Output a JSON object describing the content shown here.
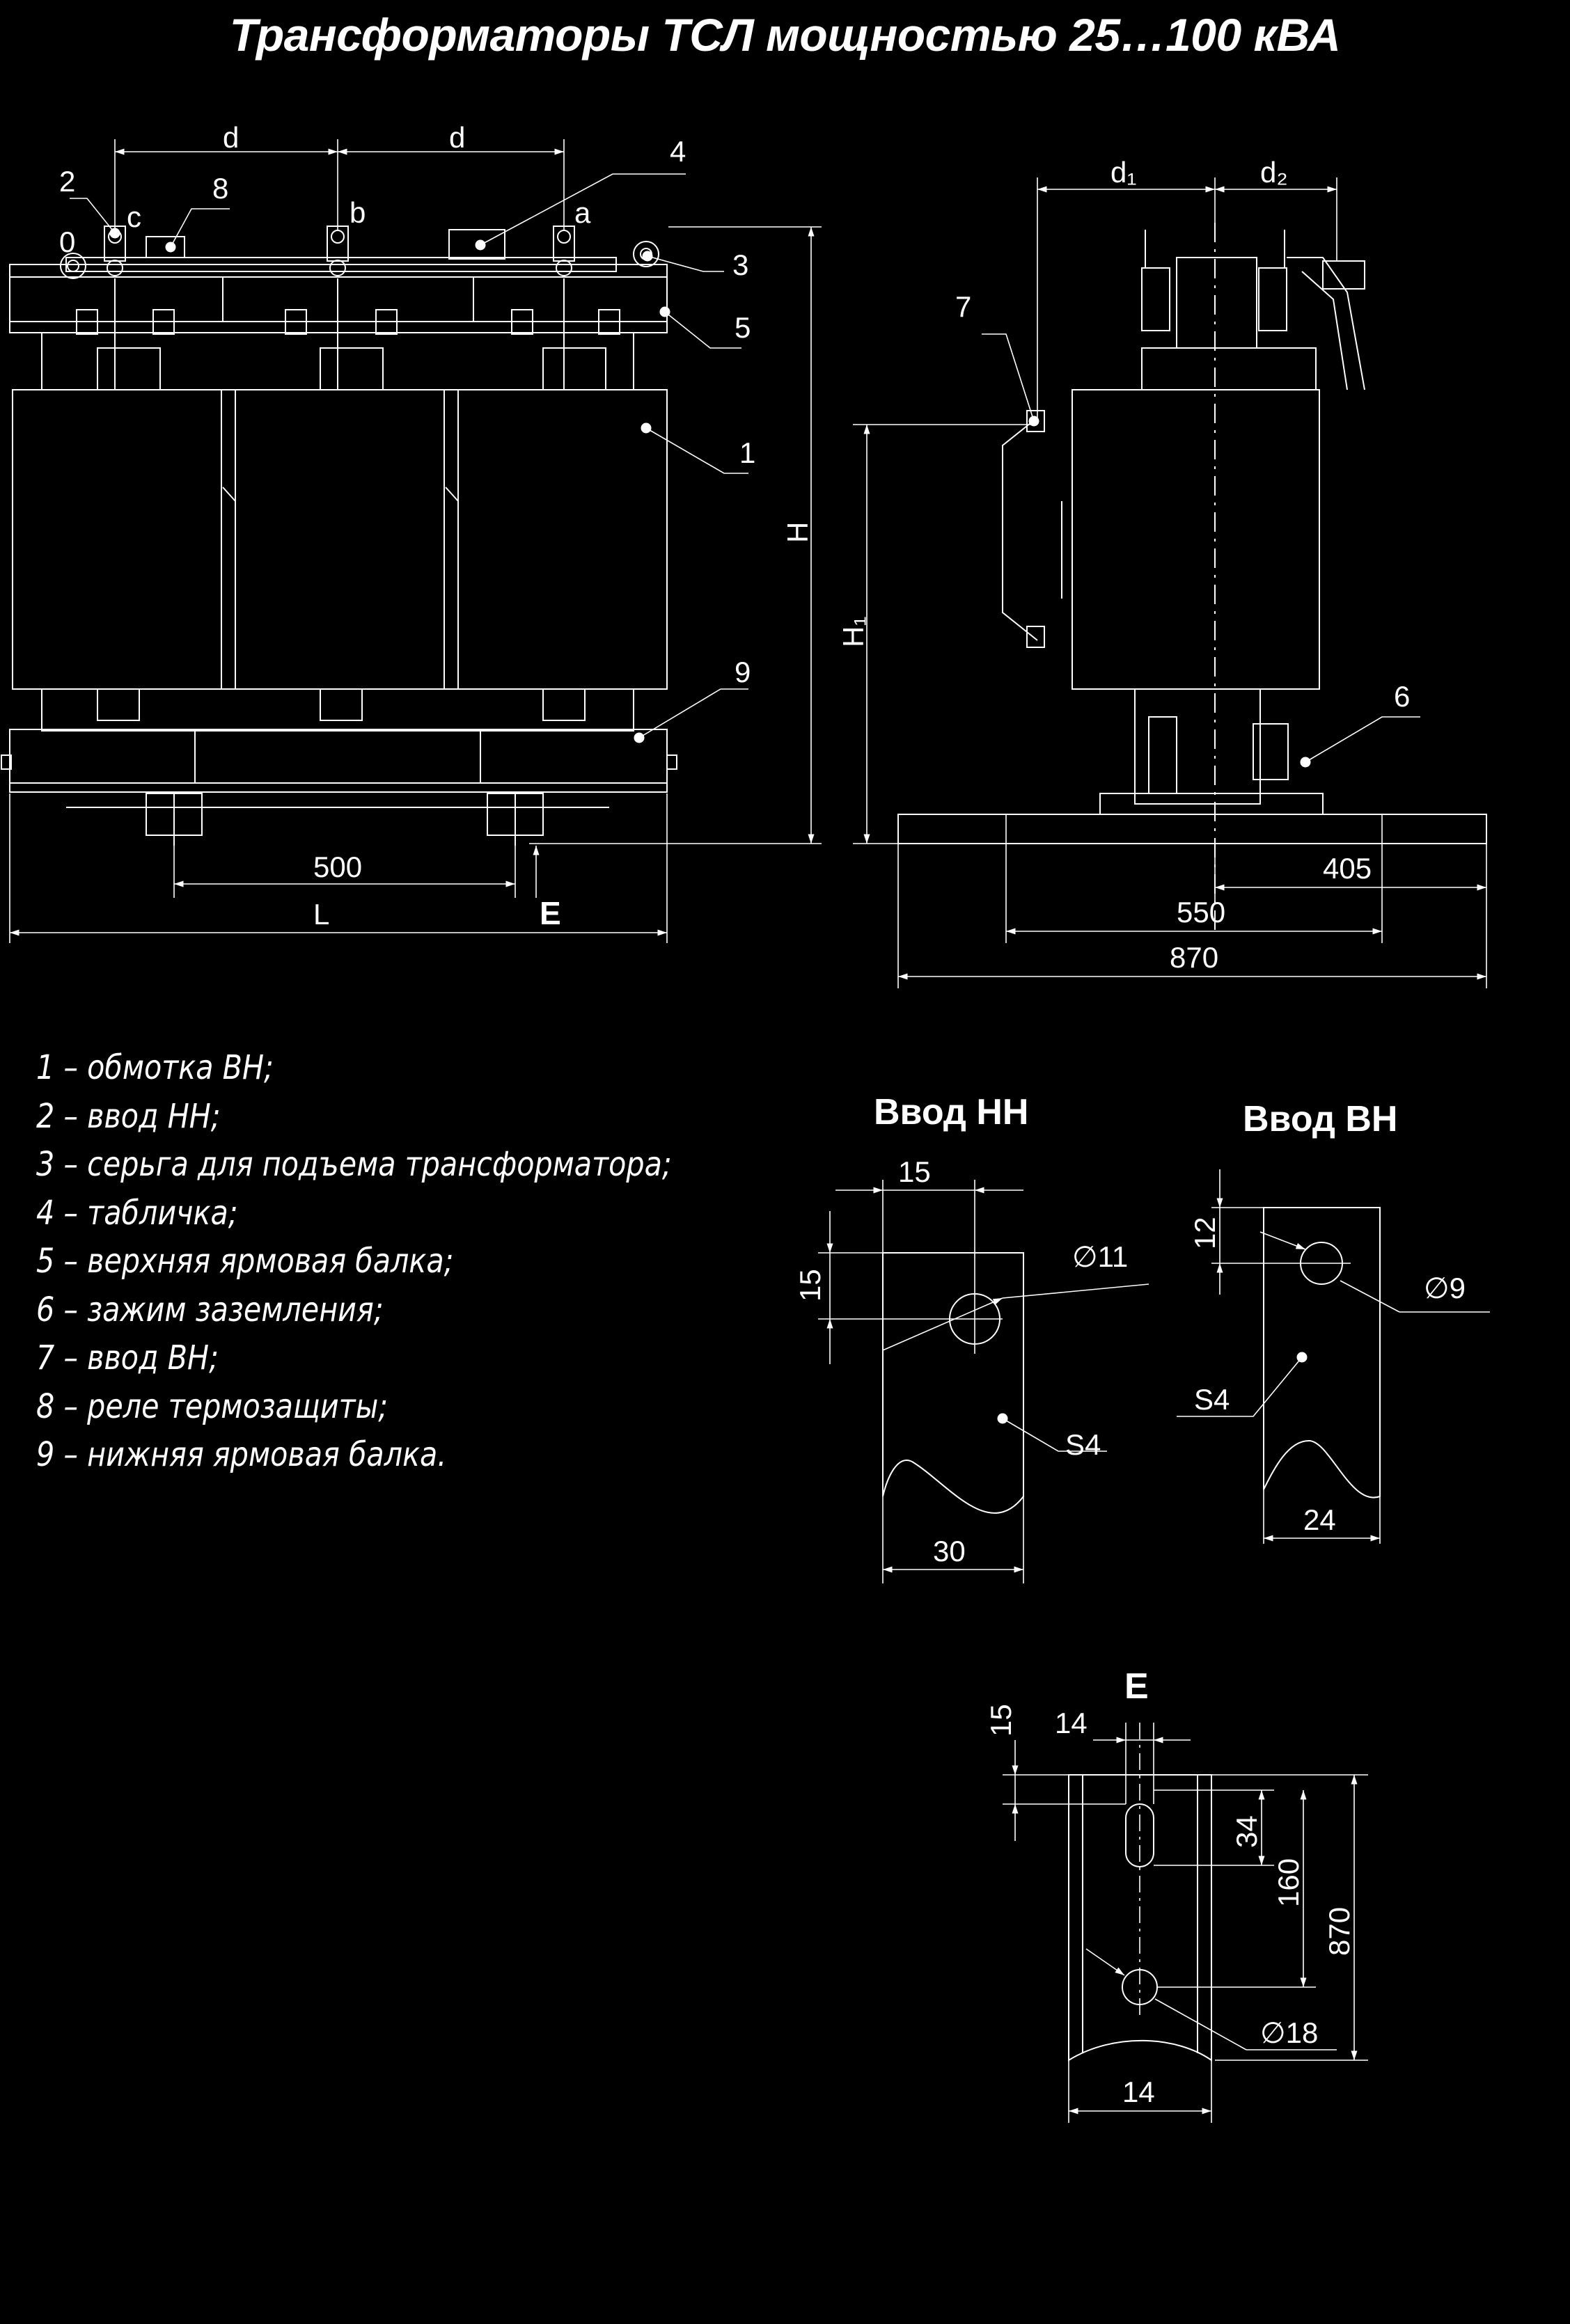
{
  "title": "Трансформаторы ТСЛ мощностью 25…100 кВА",
  "legend": [
    "1 – обмотка ВН;",
    "2 – ввод НН;",
    "3 – серьга для подъема трансформатора;",
    "4 – табличка;",
    "5 – верхняя ярмовая балка;",
    "6 – зажим заземления;",
    "7 – ввод ВН;",
    "8 – реле термозащиты;",
    "9 – нижняя ярмовая балка."
  ],
  "front_view": {
    "callouts": [
      "1",
      "2",
      "3",
      "4",
      "5",
      "8",
      "9"
    ],
    "phase_labels": [
      "0",
      "c",
      "b",
      "a"
    ],
    "dim_labels": {
      "d_left": "d",
      "d_right": "d",
      "H": "H",
      "bolt_spacing": "500",
      "L": "L",
      "view_arrow": "E"
    }
  },
  "side_view": {
    "callouts": [
      "6",
      "7"
    ],
    "dim_labels": {
      "d1": "d₁",
      "d2": "d₂",
      "H1": "H₁",
      "w405": "405",
      "w550": "550",
      "w870": "870"
    }
  },
  "detail_nn": {
    "heading": "Ввод НН",
    "labels": {
      "hole_offset_x": "15",
      "hole_offset_y": "15",
      "hole_dia": "∅11",
      "thickness": "S4",
      "width": "30"
    }
  },
  "detail_vn": {
    "heading": "Ввод ВН",
    "labels": {
      "hole_offset_y": "12",
      "hole_dia": "∅9",
      "thickness": "S4",
      "width": "24"
    }
  },
  "detail_e": {
    "heading": "Е",
    "labels": {
      "edge_offset": "15",
      "slot_width": "14",
      "slot_length": "34",
      "hole_spacing": "160",
      "height": "870",
      "hole_dia": "∅18",
      "width": "14"
    }
  }
}
